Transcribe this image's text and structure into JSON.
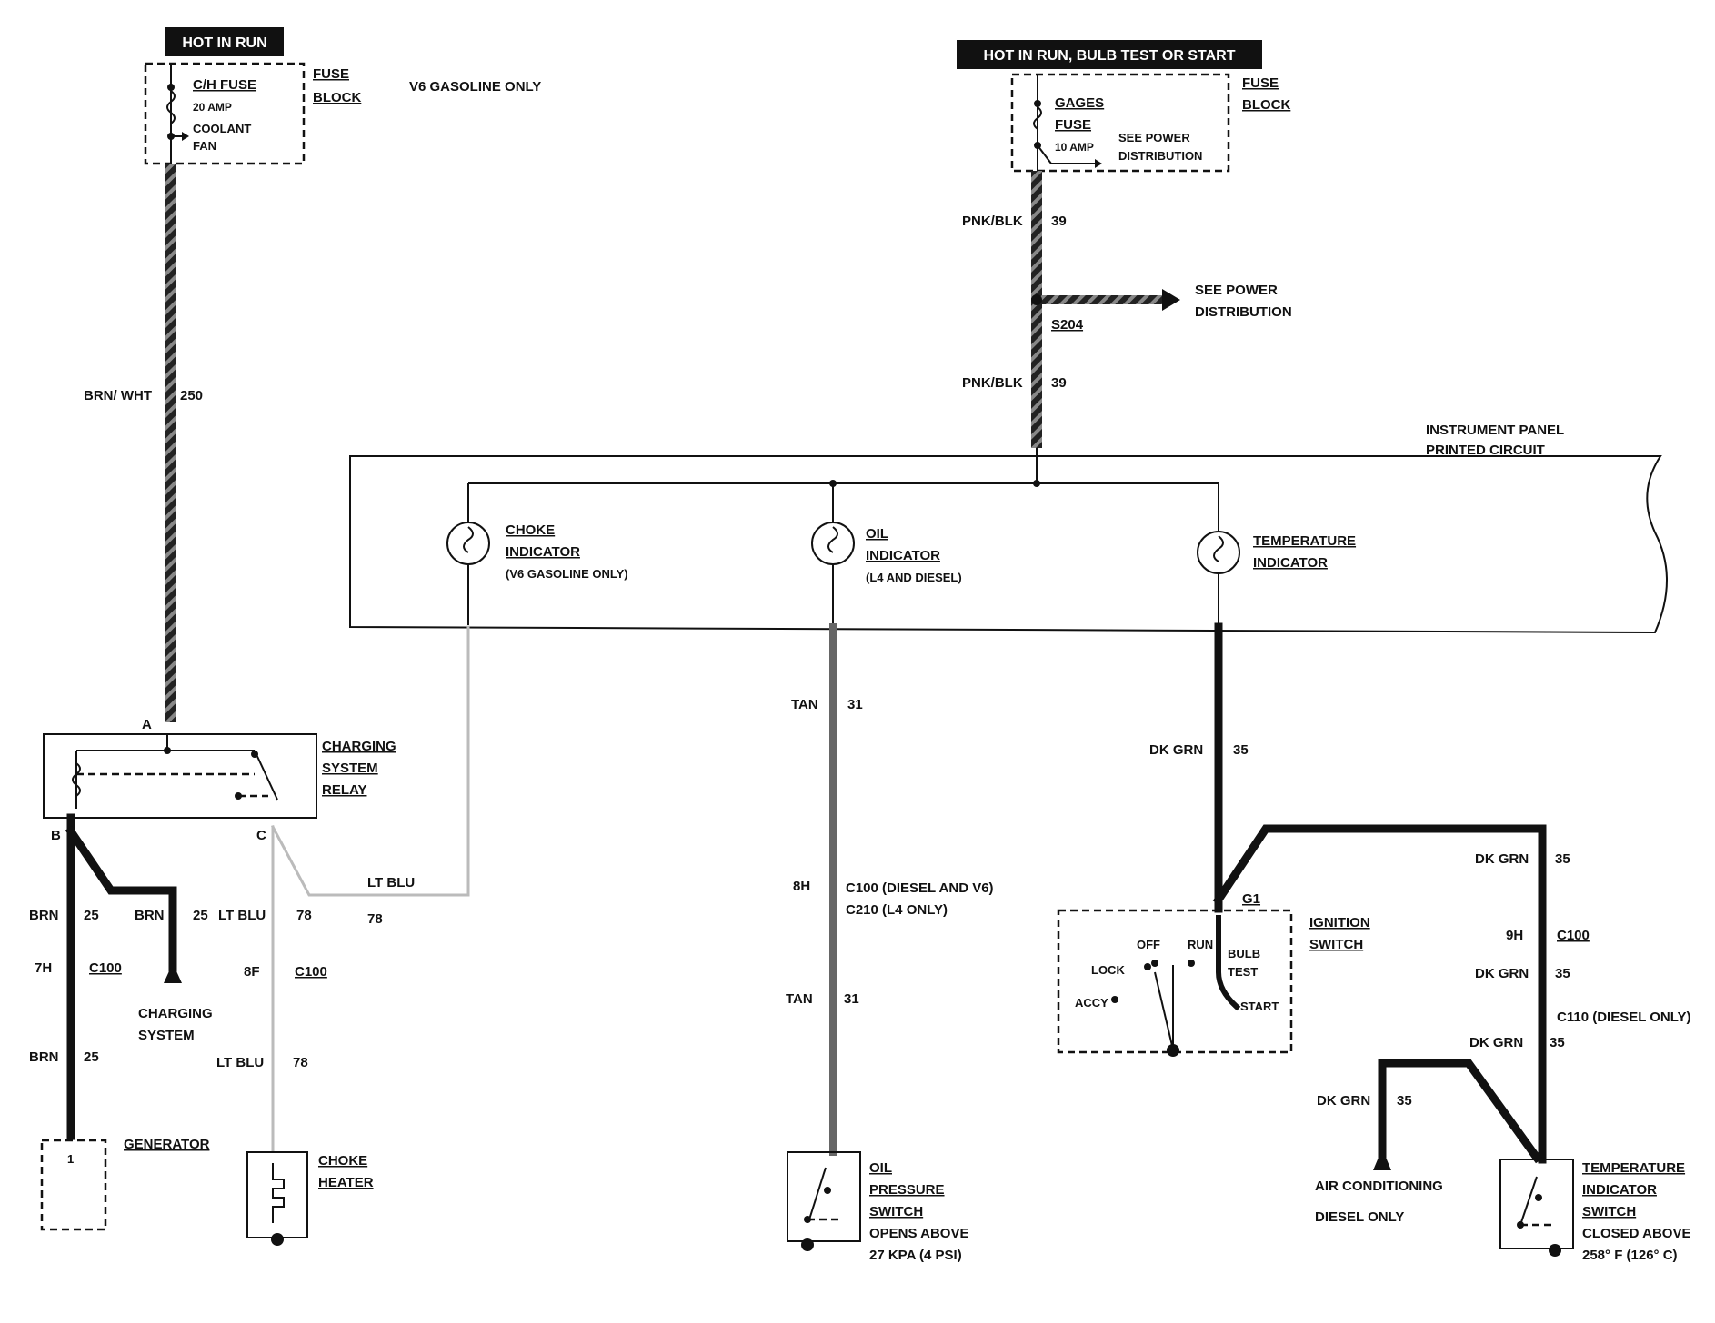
{
  "header_left": "HOT IN RUN",
  "header_right": "HOT IN RUN,  BULB TEST OR START",
  "note_v6": "V6 GASOLINE ONLY",
  "fuse_left": {
    "name": "C/H FUSE",
    "rating": "20 AMP",
    "coolant1": "COOLANT",
    "coolant2": "FAN",
    "block1": "FUSE",
    "block2": "BLOCK"
  },
  "fuse_right": {
    "name1": "GAGES",
    "name2": "FUSE",
    "rating": "10 AMP",
    "see1": "SEE POWER",
    "see2": "DISTRIBUTION",
    "block1": "FUSE",
    "block2": "BLOCK"
  },
  "wires": {
    "brn_wht": "BRN/ WHT",
    "n250": "250",
    "pnk_blk": "PNK/BLK",
    "n39": "39",
    "see_power1": "SEE POWER",
    "see_power2": "DISTRIBUTION",
    "s204": "S204",
    "tan": "TAN",
    "n31": "31",
    "dk_grn": "DK GRN",
    "n35": "35",
    "brn": "BRN",
    "n25": "25",
    "lt_blu": "LT BLU",
    "n78": "78"
  },
  "panel": {
    "title1": "INSTRUMENT PANEL",
    "title2": "PRINTED CIRCUIT"
  },
  "indicators": {
    "choke1": "CHOKE",
    "choke2": "INDICATOR",
    "choke3": "(V6 GASOLINE ONLY)",
    "oil1": "OIL",
    "oil2": "INDICATOR",
    "oil3": "(L4 AND DIESEL)",
    "temp1": "TEMPERATURE",
    "temp2": "INDICATOR"
  },
  "relay": {
    "l1": "CHARGING",
    "l2": "SYSTEM",
    "l3": "RELAY",
    "a": "A",
    "b": "B",
    "c": "C"
  },
  "connectors": {
    "h7": "7H",
    "c100": "C100",
    "f8": "8F",
    "h8": "8H",
    "c100_diesel": "C100 (DIESEL AND V6)",
    "c210": "C210 (L4 ONLY)",
    "h9": "9H",
    "c110": "C110 (DIESEL ONLY)",
    "g1": "G1"
  },
  "components": {
    "charging1": "CHARGING",
    "charging2": "SYSTEM",
    "generator": "GENERATOR",
    "gen_pin": "1",
    "choke_heater1": "CHOKE",
    "choke_heater2": "HEATER",
    "oil_sw1": "OIL",
    "oil_sw2": "PRESSURE",
    "oil_sw3": "SWITCH",
    "oil_sw4": "OPENS ABOVE",
    "oil_sw5": "27 KPA (4 PSI)",
    "ign1": "IGNITION",
    "ign2": "SWITCH",
    "off": "OFF",
    "run": "RUN",
    "lock": "LOCK",
    "accy": "ACCY",
    "bulb1": "BULB",
    "bulb2": "TEST",
    "start": "START",
    "ac1": "AIR CONDITIONING",
    "ac2": "DIESEL ONLY",
    "temp_sw1": "TEMPERATURE",
    "temp_sw2": "INDICATOR",
    "temp_sw3": "SWITCH",
    "temp_sw4": "CLOSED ABOVE",
    "temp_sw5": "258° F (126° C)"
  }
}
